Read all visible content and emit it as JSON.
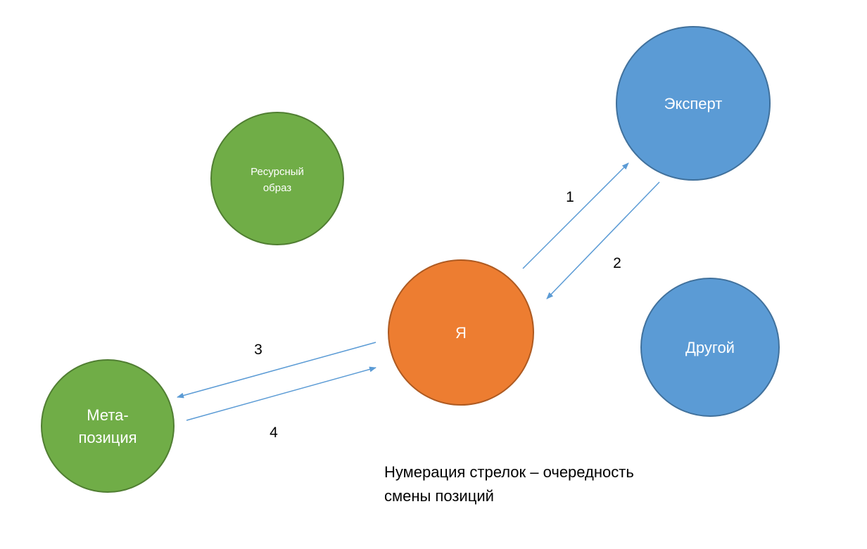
{
  "nodes": {
    "expert": {
      "label": "Эксперт",
      "color": "#5B9BD5"
    },
    "resource": {
      "label_line1": "Ресурсный",
      "label_line2": "образ",
      "color": "#70AD47"
    },
    "self": {
      "label": "Я",
      "color": "#ED7D31"
    },
    "other": {
      "label": "Другой",
      "color": "#5B9BD5"
    },
    "meta": {
      "label_line1": "Мета-",
      "label_line2": "позиция",
      "color": "#70AD47"
    }
  },
  "arrows": [
    {
      "label": "1",
      "from": "Я",
      "to": "Эксперт"
    },
    {
      "label": "2",
      "from": "Эксперт",
      "to": "Я"
    },
    {
      "label": "3",
      "from": "Я",
      "to": "Мета-позиция"
    },
    {
      "label": "4",
      "from": "Мета-позиция",
      "to": "Я"
    }
  ],
  "arrow_color": "#5B9BD5",
  "note": {
    "line1": "Нумерация стрелок – очередность",
    "line2": "смены позиций"
  }
}
